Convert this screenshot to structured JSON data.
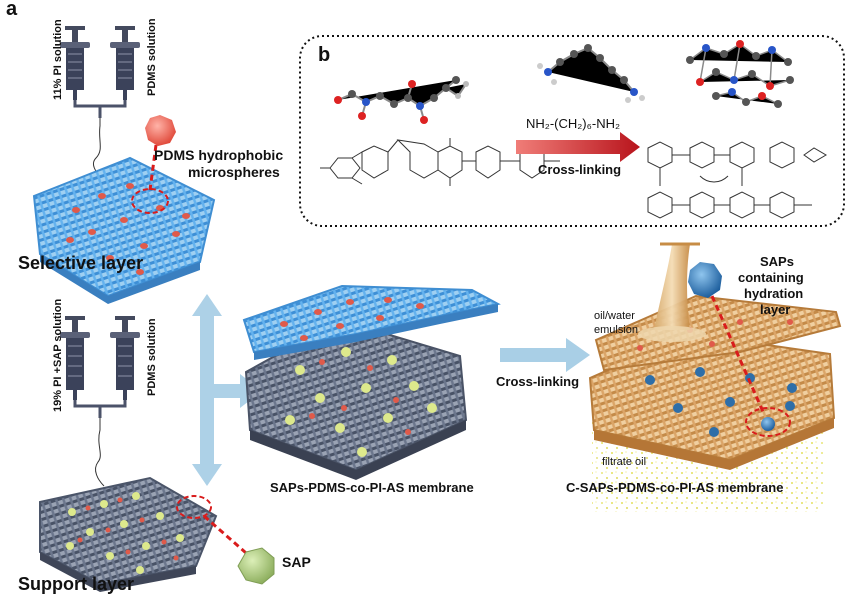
{
  "panels": {
    "a": "a",
    "b": "b"
  },
  "syringes": {
    "top_left": "11% PI solution",
    "top_right": "PDMS solution",
    "bottom_left": "19% PI +SAP solution",
    "bottom_right": "PDMS solution"
  },
  "labels": {
    "microspheres_line1": "PDMS hydrophobic",
    "microspheres_line2": "microspheres",
    "selective_layer": "Selective layer",
    "support_layer": "Support layer",
    "sap": "SAP",
    "membrane_middle": "SAPs-PDMS-co-PI-AS membrane",
    "membrane_right": "C-SAPs-PDMS-co-PI-AS membrane",
    "cross_linking_arrow": "Cross-linking",
    "oil_water_line1": "oil/water",
    "oil_water_line2": "emulsion",
    "filtrate_oil": "filtrate oil",
    "saps_line1": "SAPs",
    "saps_line2": "containing",
    "saps_line3": "hydration",
    "saps_line4": "layer"
  },
  "reaction": {
    "reagent": "NH₂-(CH₂)₆-NH₂",
    "step": "Cross-linking"
  },
  "colors": {
    "selective_mesh": "#5aaae6",
    "support_mesh": "#5a6478",
    "crosslinked_mesh": "#d9a566",
    "red_marker": "#e02424",
    "sap_green": "#a8c87a",
    "big_arrow": "#a9cfe6",
    "reaction_arrow": "#c8222a"
  }
}
